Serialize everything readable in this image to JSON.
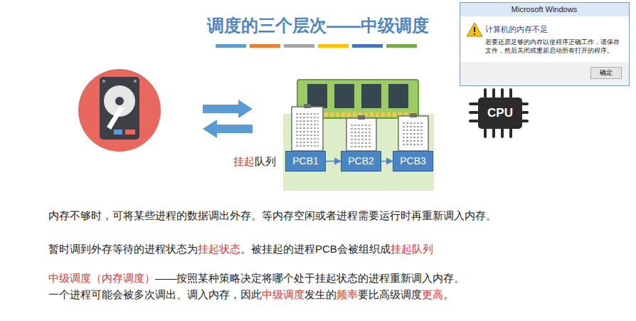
{
  "diagram": {
    "title": "调度的三个层次——中级调度",
    "nodes": [
      {
        "text": [
          "Microsoft Windows",
          "计算机的内存不足",
          "若要还原足够的内存以使程序正确工作，请保存文件，然后关闭或重新启动所有打开的程序。"
        ]
      },
      {
        "text": [
          "确定"
        ],
        "in": 0
      },
      {
        "text": [
          "PCB1"
        ]
      },
      {
        "text": [
          "PCB2"
        ]
      },
      {
        "text": [
          "PCB3"
        ]
      },
      {
        "text": [
          "CPU"
        ]
      }
    ],
    "edges": [
      {
        "from": 2,
        "to": 3,
        "arrow": "to"
      },
      {
        "from": 3,
        "to": 4,
        "arrow": "to"
      }
    ],
    "labels": [
      "挂起",
      "队列",
      "内存不够时，可将某些进程的数据调出外存。等内存空闲或者进程需要运行时再重新调入内存。",
      "暂时调到外存等待的进程状态为",
      "挂起状态",
      "。被挂起的进程PCB会被组织成",
      "挂起队列",
      "中级调度（内存调度）",
      "——按照某种策略决定将哪个处于挂起状态的进程重新调入内存。",
      "一个进程可能会被多次调出、调入内存，因此",
      "中级调度",
      "发生的",
      "频率",
      "要比高级调度",
      "更高",
      "。"
    ]
  }
}
